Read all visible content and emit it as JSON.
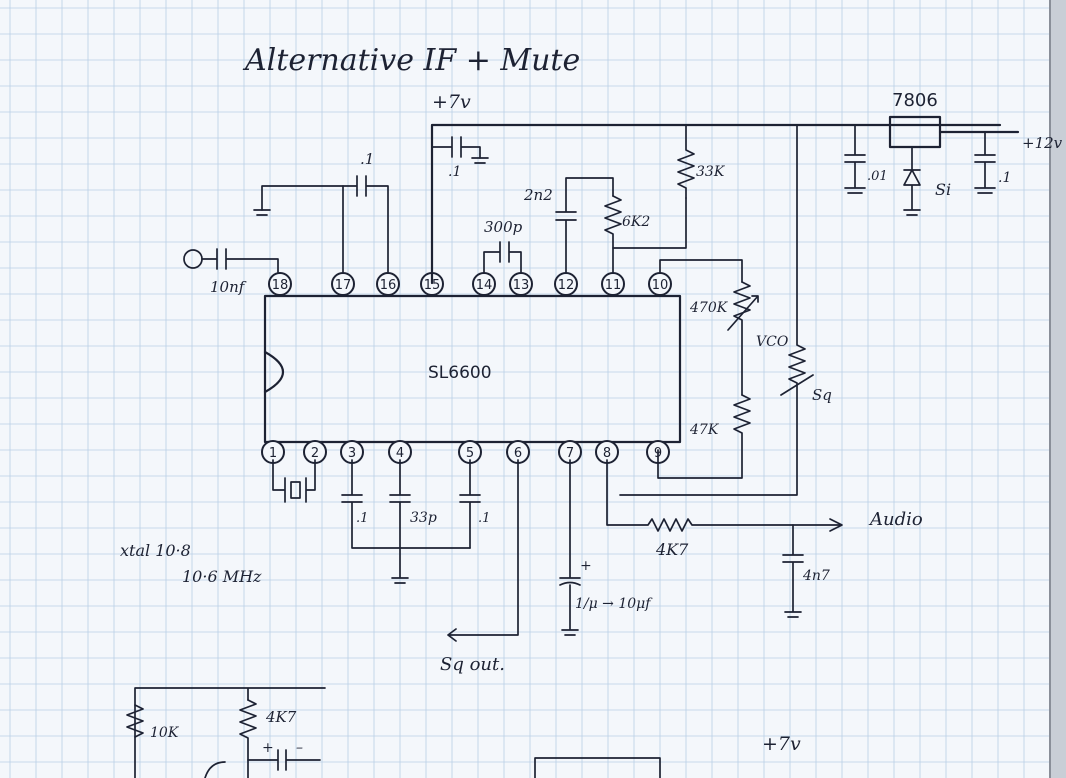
{
  "title": "Alternative IF + Mute",
  "ic": {
    "name": "SL6600"
  },
  "regulator": {
    "name": "7806"
  },
  "supply": {
    "rail": "+7v",
    "input": "+12v",
    "lower_rail": "+7v"
  },
  "pins_top": [
    "18",
    "17",
    "16",
    "15",
    "14",
    "13",
    "12",
    "11",
    "10"
  ],
  "pins_bottom": [
    "1",
    "2",
    "3",
    "4",
    "5",
    "6",
    "7",
    "8",
    "9"
  ],
  "components": {
    "c_pin18": "10nf",
    "c_pin16": ".1",
    "c_pin15": ".1",
    "c_pin14_13": "300p",
    "c_pin12": "2n2",
    "r_pin11": "6K2",
    "r_33k": "33K",
    "r_pin10": "470K",
    "vco_label": "VCO",
    "r_pin9": "47K",
    "sq_label": "Sq",
    "c_reg_in": ".01",
    "diode_label": "Si",
    "c_reg_out": ".1",
    "c_pin3": ".1",
    "c_pin4": "33p",
    "c_pin5": ".1",
    "c_pin7": "1/μ → 10μf",
    "r_audio": "4K7",
    "c_audio": "4n7"
  },
  "labels": {
    "audio": "Audio",
    "sq_out": "Sq out.",
    "xtal_1": "xtal  10·8",
    "xtal_2": "10·6  MHz",
    "bottom_r1": "10K",
    "bottom_r2": "4K7",
    "plus": "+",
    "minus": "–"
  }
}
